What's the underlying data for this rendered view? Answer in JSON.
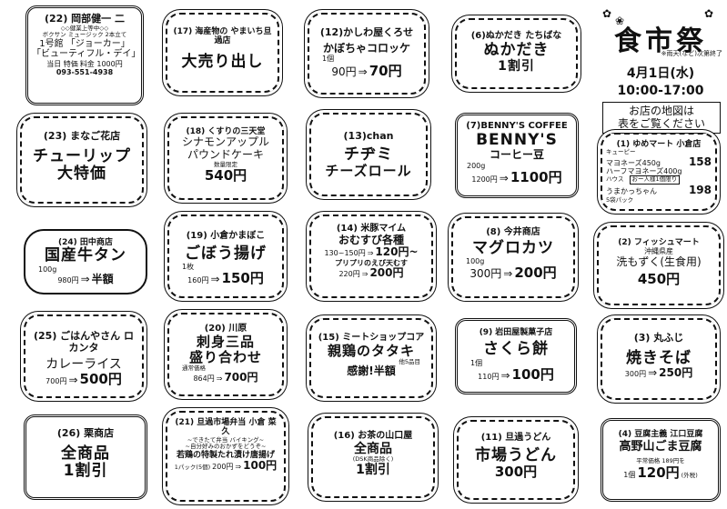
{
  "header": {
    "title": "食市祭",
    "date": "4月1日(水)",
    "rain_note": "※雨天(など)次第終了",
    "time": "10:00-17:00",
    "map_note_1": "お店の地図は",
    "map_note_2": "表をご覧ください"
  },
  "shops": {
    "s22": {
      "title": "(22) 岡部健一 二",
      "l1": "◇◇健業上等中◇◇",
      "l2": "ボクサン ミュージック 2本立て",
      "l3": "1号館 「ジョーカー」",
      "l4": "「ビューティフル・デイ」",
      "l5": "当日 特価",
      "l6": "料金 1000円",
      "l7": "093-551-4938"
    },
    "s17": {
      "title": "(17) 海産物の やまいち旦過店",
      "main": "大売り出し"
    },
    "s12": {
      "title": "(12)かしわ屋くろせ",
      "item": "かぼちゃコロッケ",
      "qty": "1個",
      "from": "90円",
      "arrow": "⇒",
      "to": "70円"
    },
    "s6": {
      "title": "(6)ぬかだき たちばな",
      "item": "ぬかだき",
      "deal": "1割引"
    },
    "s23": {
      "title": "(23) まなご花店",
      "item": "チューリップ",
      "deal": "大特価"
    },
    "s18": {
      "title": "(18) くすりの三天堂",
      "item1": "シナモンアップル",
      "item2": "パウンドケーキ",
      "sub": "数量限定",
      "price": "540円"
    },
    "s13": {
      "title": "(13)chan",
      "item1": "チヂミ",
      "item2": "チーズロール"
    },
    "s7": {
      "title": "(7)BENNY'S COFFEE",
      "name": "BENNY'S",
      "item": "コーヒー豆",
      "qty": "200g",
      "from": "1200円",
      "arrow": "⇒",
      "to": "1100円"
    },
    "s1": {
      "title": "(1) ゆめマート 小倉店",
      "a1": "キューピー",
      "a2": "マヨネーズ450g",
      "a3": "ハーフマヨネーズ400g",
      "ap": "158",
      "b1": "ハウス",
      "b2": "おー人様1個限り",
      "b3": "うまかっちゃん",
      "b4": "5袋パック",
      "bp": "198"
    },
    "s24": {
      "title": "(24) 田中商店",
      "item": "国産牛タン",
      "qty": "100g",
      "from": "980円",
      "arrow": "⇒",
      "to": "半額"
    },
    "s19": {
      "title": "(19) 小倉かまぼこ",
      "item": "ごぼう揚げ",
      "qty": "1枚",
      "from": "160円",
      "arrow": "⇒",
      "to": "150円"
    },
    "s14": {
      "title": "(14) 米豚マイム",
      "item": "おむすび各種",
      "price1": "130~150円",
      "arrow1": "⇒",
      "to1": "120円~",
      "item2": "プリプリのえび天むす",
      "from2": "220円",
      "arrow2": "⇒",
      "to2": "200円"
    },
    "s8": {
      "title": "(8) 今井商店",
      "item": "マグロカツ",
      "qty": "100g",
      "from": "300円",
      "arrow": "⇒",
      "to": "200円"
    },
    "s2": {
      "title": "(2) フィッシュマート",
      "sub": "沖縄県産",
      "item": "洗もずく(生食用)",
      "price": "450円"
    },
    "s25": {
      "title": "(25) ごはんやさん ロカンタ",
      "item": "カレーライス",
      "from": "700円",
      "arrow": "⇒",
      "to": "500円"
    },
    "s20": {
      "title": "(20) 川原",
      "item1": "刺身三品",
      "item2": "盛り合わせ",
      "sub": "通常価格",
      "from": "864円",
      "arrow": "⇒",
      "to": "700円"
    },
    "s15": {
      "title": "(15) ミートショップコア",
      "item": "親鶏のタタキ",
      "sub": "他5品目",
      "deal": "感謝!半額"
    },
    "s9": {
      "title": "(9) 岩田屋製菓子店",
      "item": "さくら餅",
      "qty": "1個",
      "from": "110円",
      "arrow": "⇒",
      "to": "100円"
    },
    "s3": {
      "title": "(3) 丸ふじ",
      "item": "焼きそば",
      "from": "300円",
      "arrow": "⇒",
      "to": "250円"
    },
    "s26": {
      "title": "(26) 栗商店",
      "item": "全商品",
      "deal": "1割引"
    },
    "s21": {
      "title": "(21) 旦過市場弁当 小倉 菜久",
      "sub1": "~できたて弁当 バイキング~",
      "sub2": "~自分好みのおかずをどうぞ~",
      "item": "若鶏の特製たれ漬け唐揚げ",
      "qty": "1パック(5個)",
      "from": "200円",
      "arrow": "⇒",
      "to": "100円"
    },
    "s16": {
      "title": "(16) お茶の山口屋",
      "item": "全商品",
      "sub": "(DSK商品除く)",
      "deal": "1割引"
    },
    "s11": {
      "title": "(11) 旦過うどん",
      "item": "市場うどん",
      "price": "300円"
    },
    "s4": {
      "title": "(4) 豆腐主義 江口豆腐",
      "item": "高野山ごま豆腐",
      "sub": "平常価格 189円を",
      "qty": "1個",
      "price": "120円",
      "tax": "(外税)"
    }
  }
}
